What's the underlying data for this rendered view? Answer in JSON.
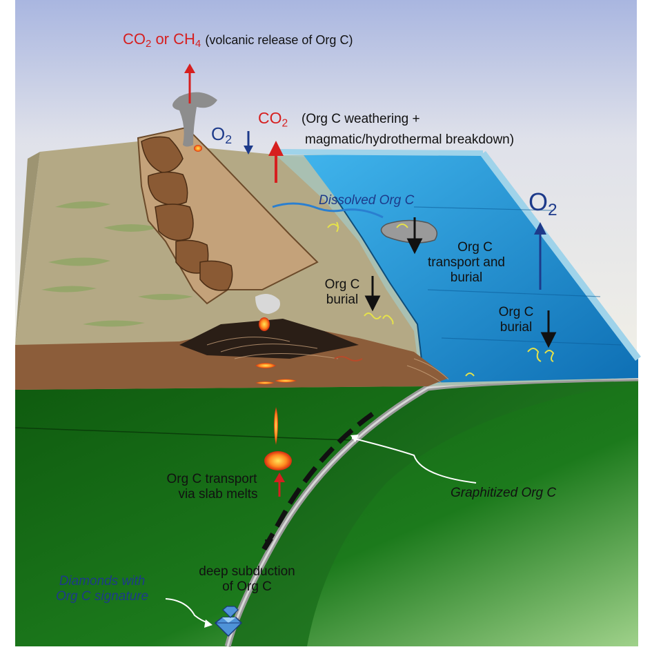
{
  "labels": {
    "volcanic_gas": {
      "chem": "CO",
      "chem_sub": "2",
      "or": " or ",
      "chem2": "CH",
      "chem2_sub": "4",
      "note": "(volcanic release of Org C)"
    },
    "o2_left": {
      "chem": "O",
      "sub": "2"
    },
    "weathering": {
      "chem": "CO",
      "sub": "2",
      "line1": "(Org C weathering +",
      "line2": "magmatic/hydrothermal breakdown)"
    },
    "o2_right": {
      "chem": "O",
      "sub": "2"
    },
    "dissolved_org_c": "Dissolved Org C",
    "transport_burial": [
      "Org C",
      "transport and",
      "burial"
    ],
    "burial_land": [
      "Org C",
      "burial"
    ],
    "burial_ocean": [
      "Org C",
      "burial"
    ],
    "slab_melts": [
      "Org C transport",
      "via slab melts"
    ],
    "graphitized": "Graphitized Org C",
    "deep_subduction": [
      "deep subduction",
      "of Org C"
    ],
    "diamonds": [
      "Diamonds with",
      "Org C signature"
    ]
  },
  "colors": {
    "co2_red": "#d61f1f",
    "o2_blue": "#1d3a8a",
    "ocean": "#1f8fd0",
    "mantle_green": "#1b6e1b",
    "land": "#b6aa84",
    "crust_brown": "#8c5d3a"
  },
  "icons": [
    "volcano-icon",
    "smoke-plume-icon",
    "diamond-icon",
    "magma-blob-icon",
    "organic-carbon-squiggle-icon"
  ]
}
